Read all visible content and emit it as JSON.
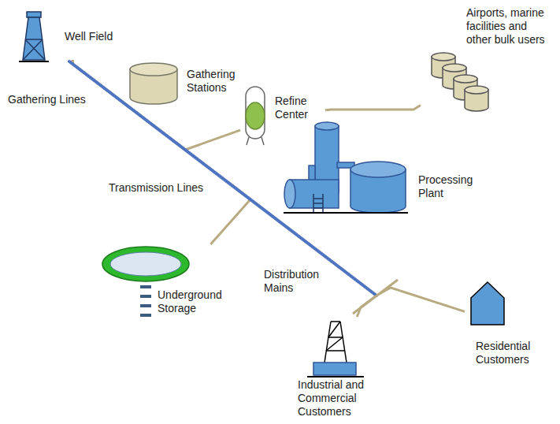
{
  "diagram": {
    "nodes": [
      {
        "text": [
          "Well Field"
        ]
      },
      {
        "text": [
          "Gathering Stations"
        ]
      },
      {
        "text": [
          "Refine Center"
        ]
      },
      {
        "text": [
          "Airports, marine facilities and other bulk users"
        ]
      },
      {
        "text": [
          "Processing Plant"
        ]
      },
      {
        "text": [
          "Underground Storage"
        ]
      },
      {
        "text": [
          "Industrial and Commercial Customers"
        ]
      },
      {
        "text": [
          "Residential Customers"
        ]
      }
    ],
    "edges": [
      {
        "from": 0,
        "to": 2,
        "arrow": "none"
      },
      {
        "from": 2,
        "to": 3,
        "arrow": "none"
      },
      {
        "from": 0,
        "to": 5,
        "arrow": "none"
      },
      {
        "from": 0,
        "to": 7,
        "arrow": "none"
      },
      {
        "from": 0,
        "to": 6,
        "arrow": "none"
      }
    ],
    "labels": [
      "Gathering Lines",
      "Transmission Lines",
      "Distribution Mains"
    ]
  }
}
